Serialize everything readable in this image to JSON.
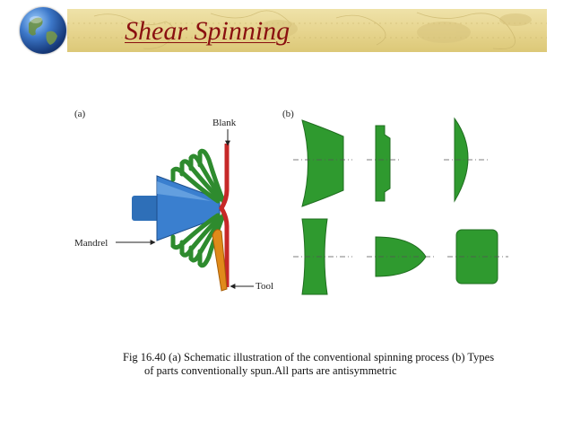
{
  "slide": {
    "title": "Shear Spinning",
    "caption_line1": "Fig 16.40 (a) Schematic illustration of the conventional spinning process (b) Types",
    "caption_line2": "of parts conventionally spun.All parts are antisymmetric"
  },
  "figure": {
    "panel_a_label": "(a)",
    "panel_b_label": "(b)",
    "label_blank": "Blank",
    "label_mandrel": "Mandrel",
    "label_tool": "Tool"
  },
  "colors": {
    "title": "#8a1010",
    "banner": "#e6d48d",
    "mandrel": "#2e6fb8",
    "blank_formed": "#2e8b2e",
    "blank_flat": "#c62828",
    "tool": "#e08a1a",
    "part_fill": "#2f9a2f"
  },
  "icons": {
    "slide_logo": "globe-icon"
  }
}
